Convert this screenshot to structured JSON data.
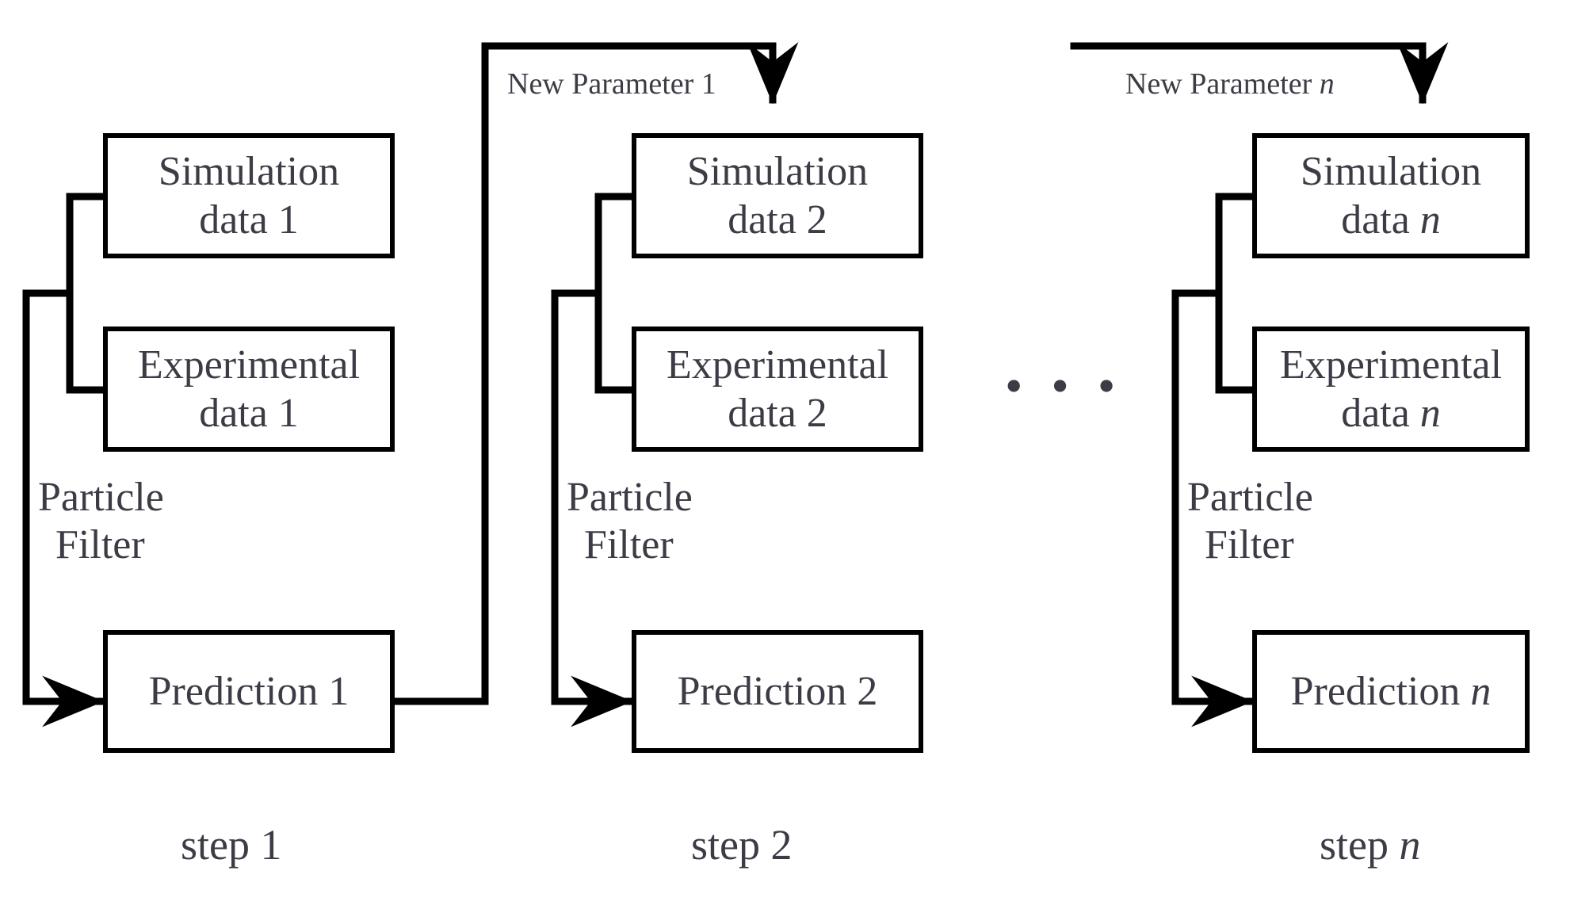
{
  "figure": {
    "kind": "flow-diagram",
    "title_visible": "",
    "ink_color": "#000000",
    "text_color": "#3c3c46",
    "background": "#ffffff"
  },
  "steps": [
    {
      "id": "step-1",
      "step_label": "step 1",
      "step_label_italic_suffix": "",
      "simulation_line1": "Simulation",
      "simulation_line2_prefix": "data ",
      "simulation_line2_index": "1",
      "simulation_index_italic": false,
      "experimental_line1": "Experimental",
      "experimental_line2_prefix": "data ",
      "experimental_line2_index": "1",
      "experimental_index_italic": false,
      "filter_line1": "Particle",
      "filter_line2": "Filter",
      "prediction_prefix": "Prediction ",
      "prediction_index": "1",
      "prediction_index_italic": false
    },
    {
      "id": "step-2",
      "step_label": "step 2",
      "step_label_italic_suffix": "",
      "simulation_line1": "Simulation",
      "simulation_line2_prefix": "data ",
      "simulation_line2_index": "2",
      "simulation_index_italic": false,
      "experimental_line1": "Experimental",
      "experimental_line2_prefix": "data ",
      "experimental_line2_index": "2",
      "experimental_index_italic": false,
      "filter_line1": "Particle",
      "filter_line2": "Filter",
      "prediction_prefix": "Prediction ",
      "prediction_index": "2",
      "prediction_index_italic": false
    },
    {
      "id": "step-n",
      "step_label": "step ",
      "step_label_italic_suffix": "n",
      "simulation_line1": "Simulation",
      "simulation_line2_prefix": "data ",
      "simulation_line2_index": "n",
      "simulation_index_italic": true,
      "experimental_line1": "Experimental",
      "experimental_line2_prefix": "data ",
      "experimental_line2_index": "n",
      "experimental_index_italic": true,
      "filter_line1": "Particle",
      "filter_line2": "Filter",
      "prediction_prefix": "Prediction ",
      "prediction_index": "n",
      "prediction_index_italic": true
    }
  ],
  "feedback_labels": [
    {
      "id": "new-parameter-1",
      "prefix": "New Parameter ",
      "index": "1",
      "index_italic": false
    },
    {
      "id": "new-parameter-n",
      "prefix": "New Parameter ",
      "index": "n",
      "index_italic": true
    }
  ],
  "ellipsis": {
    "text": "• • •"
  }
}
